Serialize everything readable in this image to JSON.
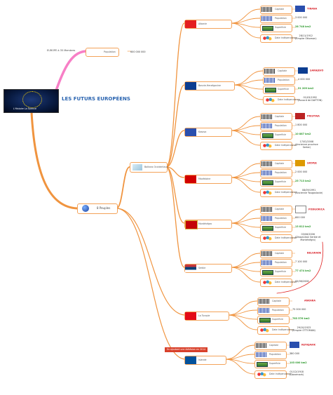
{
  "title": "LES FUTURS EUROPÉENS",
  "root_caption": "L'Histoire La Science",
  "europe": {
    "label": "EUROPE à 35 Membres",
    "pop_label": "Population",
    "pop_value": "600 000 000"
  },
  "peoples": {
    "label": "8 Peuples"
  },
  "balkans": {
    "label": "Balkans Occidentaux"
  },
  "iceland_banner": "En ajoutant une Adhésion en 2014",
  "field_labels": {
    "capital": "Capitale",
    "population": "Population",
    "area": "Superficie",
    "independence": "Date Indépendance"
  },
  "countries": [
    {
      "name": "Albanie",
      "capital": "TIRANA",
      "population": "3 000 000",
      "area": "28 748 km2",
      "independence": "28/11/1912\n(Empire Ottoman)"
    },
    {
      "name": "Bosnie-Herzégovine",
      "capital": "SARAJEVO",
      "population": "4 000 000",
      "area": "51 209 km2",
      "independence": "01/03/1992\n(Accord de DAYTON)"
    },
    {
      "name": "Kosovo",
      "capital": "PRISTINA",
      "population": "1 800 000",
      "area": "10 887 km2",
      "independence": "17/02/2008\n(Ancienne province\nSerbe)"
    },
    {
      "name": "Macédoine",
      "capital": "SKOPJE",
      "population": "2 000 000",
      "area": "25 713 km2",
      "independence": "08/09/1991\n(Ancienne Yougoslavie)"
    },
    {
      "name": "Monténégro",
      "capital": "PODGORICA",
      "population": "600 000",
      "area": "13 812 km2",
      "independence": "03/06/2006\n(Dissolution Serbie et\nMonténégro)"
    },
    {
      "name": "Serbie",
      "capital": "BELGRADE",
      "population": "7 100 000",
      "area": "77 474 km2",
      "independence": "05/06/2006"
    },
    {
      "name": "La Turquie",
      "capital": "ANKARA",
      "population": "75 000 000",
      "area": "783 576 km2",
      "independence": "29/10/1923\n(Empire OTTOMAN)"
    },
    {
      "name": "Islande",
      "capital": "REYKJAVIK",
      "population": "380 000",
      "area": "103 000 km2",
      "independence": "01/12/1918\n(Danemark)"
    }
  ],
  "colors": {
    "branch": "#f0943f",
    "pink": "#f77fc6",
    "title": "#2a64b0",
    "green": "#2e9a2e",
    "red": "#d8222a"
  }
}
